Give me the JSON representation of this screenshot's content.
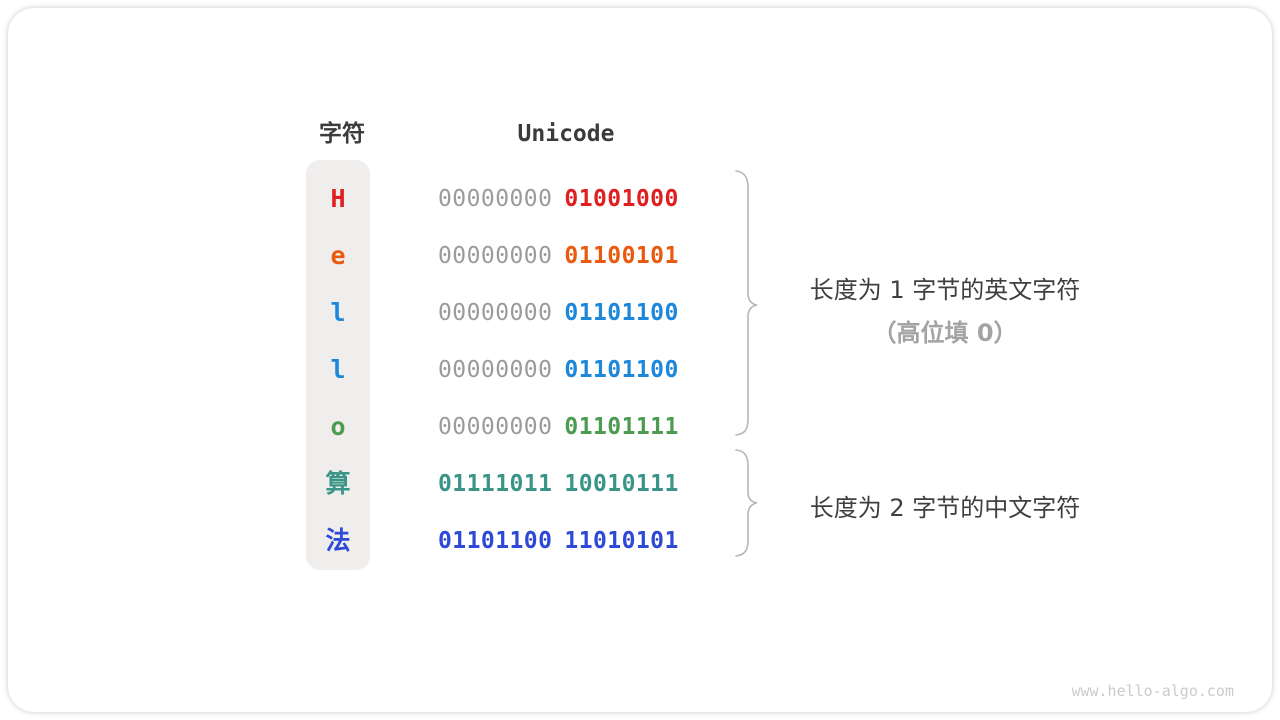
{
  "page": {
    "watermark": "www.hello-algo.com"
  },
  "table": {
    "char_header": "字符",
    "unicode_header": "Unicode",
    "rows": [
      {
        "char": "H",
        "byte1": "00000000",
        "byte2": "01001000",
        "color": "#e02020",
        "byte1_color": "#9b9b9b"
      },
      {
        "char": "e",
        "byte1": "00000000",
        "byte2": "01100101",
        "color": "#ea5a0e",
        "byte1_color": "#9b9b9b"
      },
      {
        "char": "l",
        "byte1": "00000000",
        "byte2": "01101100",
        "color": "#1d87d9",
        "byte1_color": "#9b9b9b"
      },
      {
        "char": "l",
        "byte1": "00000000",
        "byte2": "01101100",
        "color": "#1d87d9",
        "byte1_color": "#9b9b9b"
      },
      {
        "char": "o",
        "byte1": "00000000",
        "byte2": "01101111",
        "color": "#4c9b51",
        "byte1_color": "#9b9b9b"
      },
      {
        "char": "算",
        "byte1": "01111011",
        "byte2": "10010111",
        "color": "#3b9488",
        "byte1_color": "#3b9488"
      },
      {
        "char": "法",
        "byte1": "01101100",
        "byte2": "11010101",
        "color": "#2e49d6",
        "byte1_color": "#2e49d6"
      }
    ]
  },
  "annotations": {
    "group1_line1": "长度为 1 字节的英文字符",
    "group1_line2": "（高位填 0）",
    "group2": "长度为 2 字节的中文字符"
  },
  "colors": {
    "header_text": "#3b3b3b",
    "dim_zeros": "#9b9b9b",
    "annotation_text": "#3f3f3f",
    "annotation_dim": "#a3a3a3",
    "brace": "#b6b6b6",
    "column_bg": "#efeeec",
    "watermark": "#cbcbcb"
  }
}
